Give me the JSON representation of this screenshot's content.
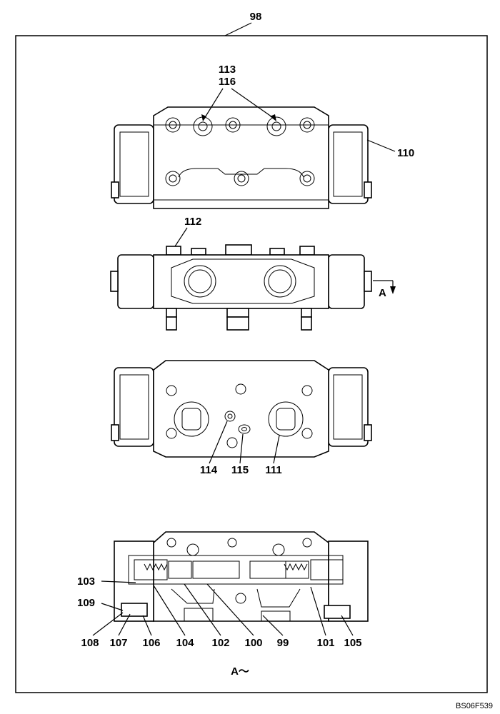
{
  "diagram": {
    "labels": {
      "l98": "98",
      "l113": "113",
      "l116": "116",
      "l110": "110",
      "l112": "112",
      "viewA_marker": "A",
      "l114": "114",
      "l115": "115",
      "l111": "111",
      "l103": "103",
      "l109": "109",
      "l108": "108",
      "l107": "107",
      "l106": "106",
      "l104": "104",
      "l102": "102",
      "l100": "100",
      "l99": "99",
      "l101": "101",
      "l105": "105",
      "section_title": "A～",
      "drawing_code": "BS06F539"
    }
  }
}
